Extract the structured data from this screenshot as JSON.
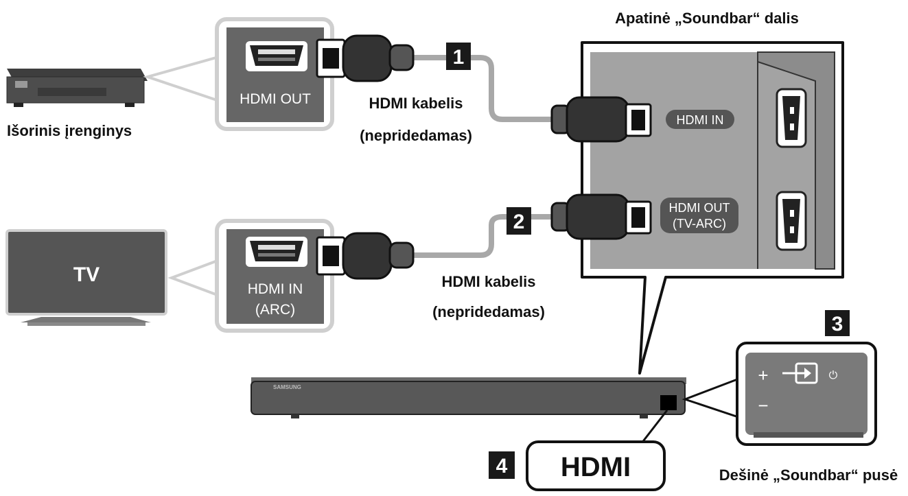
{
  "labels": {
    "external_device": "Išorinis įrenginys",
    "tv_screen": "TV",
    "hdmi_out": "HDMI OUT",
    "hdmi_in_arc_line1": "HDMI IN",
    "hdmi_in_arc_line2": "(ARC)",
    "cable1_line1": "HDMI kabelis",
    "cable1_line2": "(nepridedamas)",
    "cable2_line1": "HDMI kabelis",
    "cable2_line2": "(nepridedamas)",
    "soundbar_bottom_title": "Apatinė „Soundbar“ dalis",
    "soundbar_hdmi_in": "HDMI IN",
    "soundbar_hdmi_out_line1": "HDMI OUT",
    "soundbar_hdmi_out_line2": "(TV-ARC)",
    "soundbar_brand": "SAMSUNG",
    "soundbar_right_side": "Dešinė „Soundbar“ pusė",
    "hdmi_button": "HDMI",
    "panel_plus": "+",
    "panel_minus": "−",
    "panel_power": "⏻"
  },
  "steps": [
    "1",
    "2",
    "3",
    "4"
  ],
  "colors": {
    "device_gray": "#555555",
    "panel_gray": "#7a7a7a",
    "soundbar_panel": "#a3a3a3",
    "cable": "#a8a8a8",
    "frame_border": "#cfcfcf",
    "badge": "#1a1a1a"
  },
  "icons": [
    "dvd-player-icon",
    "tv-icon",
    "hdmi-port-icon",
    "hdmi-plug-icon",
    "source-input-icon",
    "power-icon"
  ]
}
